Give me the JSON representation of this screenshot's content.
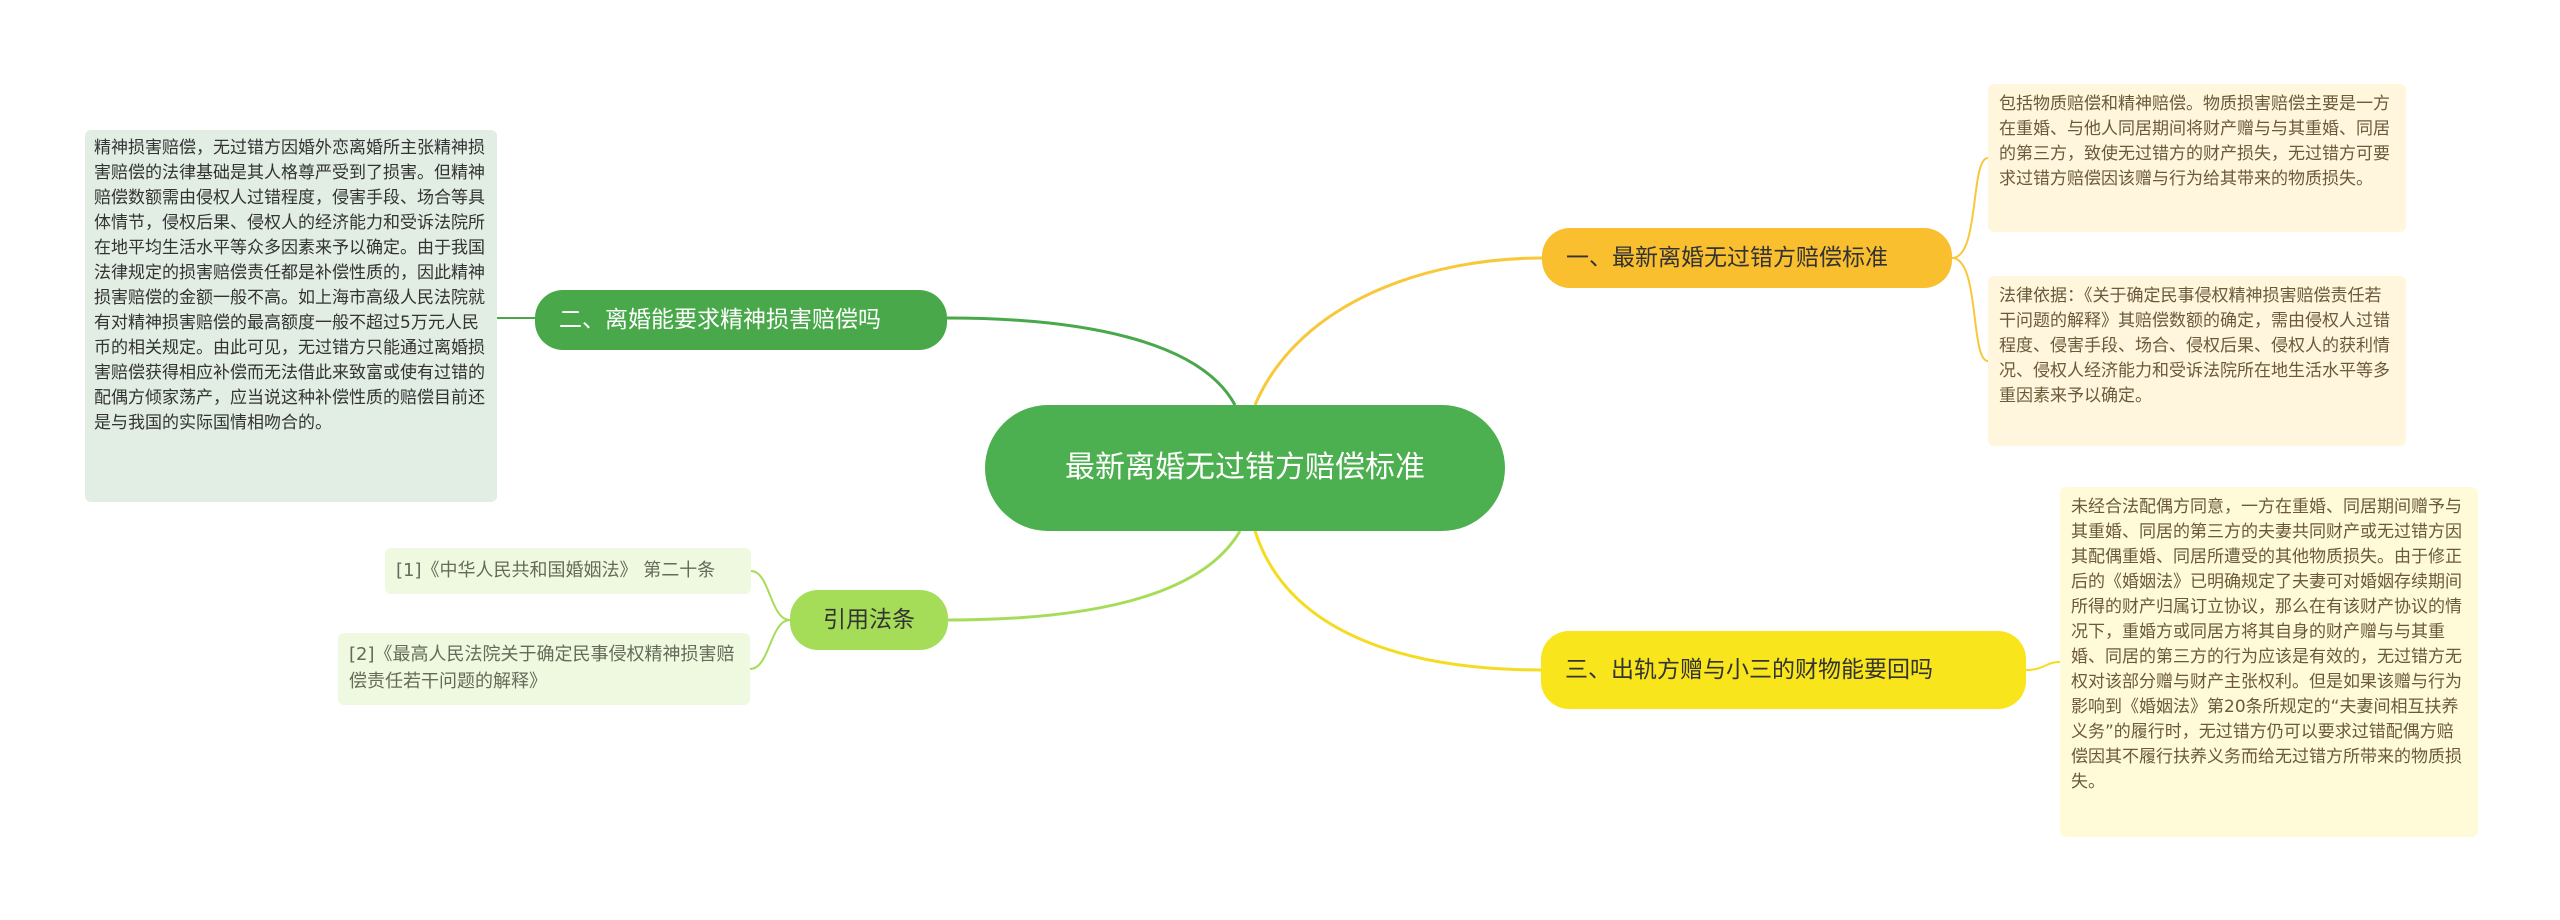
{
  "root": {
    "title": "最新离婚无过错方赔偿标准"
  },
  "branches": {
    "b1": {
      "label": "一、最新离婚无过错方赔偿标准"
    },
    "b2": {
      "label": "二、离婚能要求精神损害赔偿吗"
    },
    "b3": {
      "label": "三、出轨方赠与小三的财物能要回吗"
    },
    "b4": {
      "label": "引用法条"
    }
  },
  "leaves": {
    "l1": "包括物质赔偿和精神赔偿。物质损害赔偿主要是一方在重婚、与他人同居期间将财产赠与与其重婚、同居的第三方，致使无过错方的财产损失，无过错方可要求过错方赔偿因该赠与行为给其带来的物质损失。",
    "l2": "法律依据：《关于确定民事侵权精神损害赔偿责任若干问题的解释》其赔偿数额的确定，需由侵权人过错程度、侵害手段、场合、侵权后果、侵权人的获利情况、侵权人经济能力和受诉法院所在地生活水平等多重因素来予以确定。",
    "l3": "精神损害赔偿，无过错方因婚外恋离婚所主张精神损害赔偿的法律基础是其人格尊严受到了损害。但精神赔偿数额需由侵权人过错程度，侵害手段、场合等具体情节，侵权后果、侵权人的经济能力和受诉法院所在地平均生活水平等众多因素来予以确定。由于我国法律规定的损害赔偿责任都是补偿性质的，因此精神损害赔偿的金额一般不高。如上海市高级人民法院就有对精神损害赔偿的最高额度一般不超过5万元人民币的相关规定。由此可见，无过错方只能通过离婚损害赔偿获得相应补偿而无法借此来致富或使有过错的配偶方倾家荡产，应当说这种补偿性质的赔偿目前还是与我国的实际国情相吻合的。",
    "l4": "未经合法配偶方同意，一方在重婚、同居期间赠予与其重婚、同居的第三方的夫妻共同财产或无过错方因其配偶重婚、同居所遭受的其他物质损失。由于修正后的《婚姻法》已明确规定了夫妻可对婚姻存续期间所得的财产归属订立协议，那么在有该财产协议的情况下，重婚方或同居方将其自身的财产赠与与其重婚、同居的第三方的行为应该是有效的，无过错方无权对该部分赠与财产主张权利。但是如果该赠与行为影响到《婚姻法》第20条所规定的“夫妻间相互扶养义务”的履行时，无过错方仍可以要求过错配偶方赔偿因其不履行扶养义务而给无过错方所带来的物质损失。",
    "l5": "[1]《中华人民共和国婚姻法》 第二十条",
    "l6": "[2]《最高人民法院关于确定民事侵权精神损害赔偿责任若干问题的解释》"
  },
  "colors": {
    "root": "#4caf50",
    "branch1": "#f9bf2f",
    "branch2": "#48a84a",
    "branch3": "#f9e51c",
    "branch4": "#a6dd58"
  }
}
